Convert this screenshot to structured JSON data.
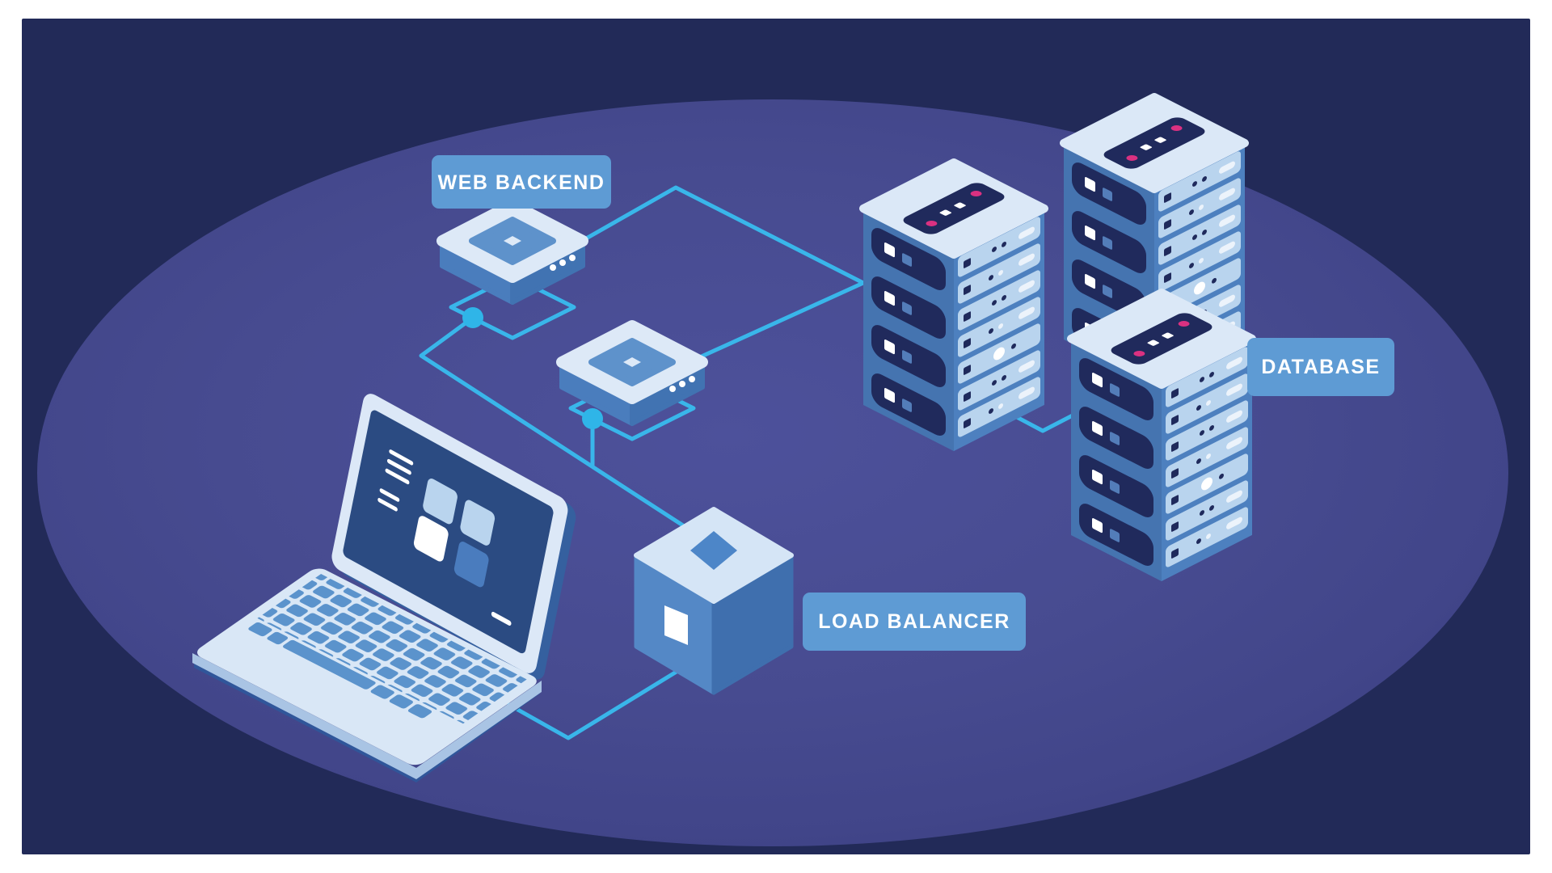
{
  "scene": {
    "description": "Isometric illustration of a web hosting architecture: client laptop, web backend routers, load balancer cube and database server racks connected by network lines",
    "labels": {
      "web_backend": "WEB BACKEND",
      "load_balancer": "LOAD BALANCER",
      "database": "DATABASE"
    },
    "colors": {
      "canvas_margin": "#ffffff",
      "panel_background": "#222a58",
      "spotlight_center": "#4d519b",
      "spotlight_mid": "#474b90",
      "spotlight_edge": "#3c4080",
      "connection_line": "#39b6ea",
      "junction_dot": "#2fb5e8",
      "label_background": "#5e9bd4",
      "label_text": "#ffffff",
      "device_light_face": "#dbe8f7",
      "device_blue_face": "#4d80bf",
      "device_dark_face": "#3f6fae",
      "panel_navy": "#202a5c",
      "indicator_magenta": "#da3181",
      "server_bar": "#b9d4ee",
      "laptop_screen": "#2b4b82",
      "keyboard_key": "#5b93cc"
    },
    "nodes": [
      {
        "id": "laptop",
        "role": "client laptop"
      },
      {
        "id": "router-1",
        "role": "web backend node"
      },
      {
        "id": "router-2",
        "role": "web backend node"
      },
      {
        "id": "load-balancer-cube",
        "role": "load balancer"
      },
      {
        "id": "server-rack-1",
        "role": "database rack"
      },
      {
        "id": "server-rack-2",
        "role": "database rack"
      },
      {
        "id": "server-rack-3",
        "role": "database rack"
      }
    ]
  }
}
